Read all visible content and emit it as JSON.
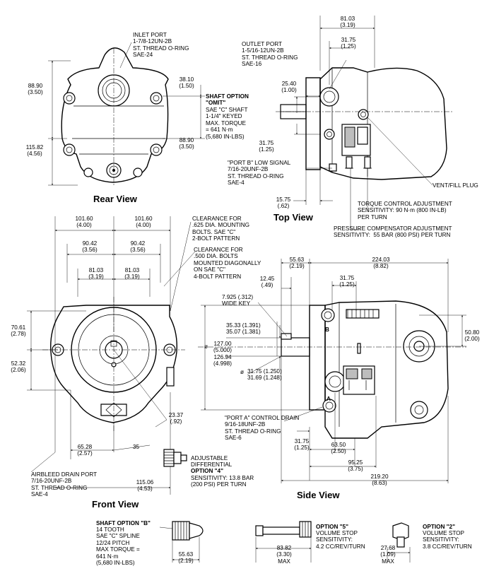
{
  "rear_view": {
    "title": "Rear View",
    "inlet_port": "INLET PORT\n1-7/8-12UN-2B\nST. THREAD O-RING\nSAE-24",
    "dim_height_upper": "88.90\n(3.50)",
    "dim_height_total": "115.82\n(4.56)",
    "dim_right_top": "38.10\n(1.50)",
    "dim_right_lower": "88.90\n(3.50)"
  },
  "top_view": {
    "title": "Top View",
    "outlet_port": "OUTLET PORT\n1-5/16-12UN-2B\nST. THREAD O-RING\nSAE-16",
    "dim_width_top": "81.03\n(3.19)",
    "dim_31_75_top": "31.75\n(1.25)",
    "dim_25_40": "25.40\n(1.00)",
    "dim_31_75_left": "31.75\n(1.25)",
    "dim_15_75": "15.75\n(.62)",
    "shaft_option_title": "SHAFT OPTION\n\"OMIT\"",
    "shaft_option_text": "SAE \"C\" SHAFT\n1-1/4\" KEYED\nMAX. TORQUE\n= 641 N·m\n(5,680 IN-LBS)",
    "port_b": "\"PORT B\" LOW SIGNAL\n7/16-20UNF-2B\nST. THREAD O-RING\nSAE-4",
    "vent_fill_plug": "VENT/FILL PLUG",
    "torque_control": "TORQUE CONTROL ADJUSTMENT\nSENSITIVITY: 90 N·m (800 IN-LB)\nPER TURN",
    "pressure_compensator": "PRESSURE COMPENSATOR ADJUSTMENT\nSENSITIVITY:  55 BAR (800 PSI) PER TURN"
  },
  "front_view": {
    "title": "Front View",
    "dim_101_60_left": "101.60\n(4.00)",
    "dim_101_60_right": "101.60\n(4.00)",
    "dim_90_42_left": "90.42\n(3.56)",
    "dim_90_42_right": "90.42\n(3.56)",
    "dim_81_03_left": "81.03\n(3.19)",
    "dim_81_03_right": "81.03\n(3.19)",
    "clearance_625": "CLEARANCE FOR\n.625 DIA. MOUNTING\nBOLTS. SAE \"C\"\n2-BOLT PATTERN",
    "clearance_500": "CLEARANCE FOR\n.500 DIA. BOLTS\nMOUNTED DIAGONALLY\nON SAE \"C\"\n4-BOLT PATTERN",
    "dim_70_61": "70.61\n(2.78)",
    "dim_52_32": "52.32\n(2.06)",
    "dim_23_37": "23.37\n(.92)",
    "dim_65_28": "65.28\n(2.57)",
    "angle_35": "35",
    "dim_115_06": "115.06\n(4.53)",
    "airbleed": "AIRBLEED DRAIN PORT\n7/16-20UNF-2B\nST. THREAD O-RING\nSAE-4",
    "adjustable_diff": "ADJUSTABLE\nDIFFERENTIAL",
    "option_4": "OPTION \"4\"",
    "option_4_sens": "SENSITIVITY: 13.8 BAR\n(200 PSI) PER TURN"
  },
  "side_view": {
    "title": "Side View",
    "dim_55_63": "55.63\n(2.19)",
    "dim_224_03": "224.03\n(8.82)",
    "dim_12_45": "12.45\n(.49)",
    "dim_31_75_top": "31.75\n(1.25)",
    "wide_key": "7.925 (.312)\nWIDE KEY",
    "dim_35_33": "35.33 (1.391)\n35.07 (1.381)",
    "dim_127": "127.00\n(5.000)\n126.94\n(4.998)",
    "dim_31_75_dia": "31.75 (1.250)\n31.69 (1.248)",
    "dim_50_80": "50.80\n(2.00)",
    "port_a": "\"PORT A\" CONTROL DRAIN\n9/16-18UNF-2B\nST. THREAD O-RING\nSAE-6",
    "dim_31_75_low": "31.75\n(1.25)",
    "dim_63_50": "63.50\n(2.50)",
    "dim_95_25": "95.25\n(3.75)",
    "dim_219_20": "219.20\n(8.63)",
    "label_a": "A",
    "label_b": "B",
    "diameter_symbol": "ø"
  },
  "options": {
    "shaft_b_title": "SHAFT OPTION \"B\"",
    "shaft_b_text": "14 TOOTH\nSAE \"C\" SPLINE\n12/24 PITCH\nMAX TORQUE =\n641 N·m\n(5,680 IN-LBS)",
    "shaft_b_dim": "55.63\n(2.19)",
    "opt5_title": "OPTION \"5\"",
    "opt5_text": "VOLUME STOP\nSENSITIVITY:\n4.2 CC/REV/TURN",
    "opt5_dim": "83.82\n(3.30)\nMAX",
    "opt2_title": "OPTION \"2\"",
    "opt2_text": "VOLUME STOP\nSENSITIVITY:\n3.8 CC/REV/TURN",
    "opt2_dim": "27.68\n(1.09)\nMAX"
  }
}
